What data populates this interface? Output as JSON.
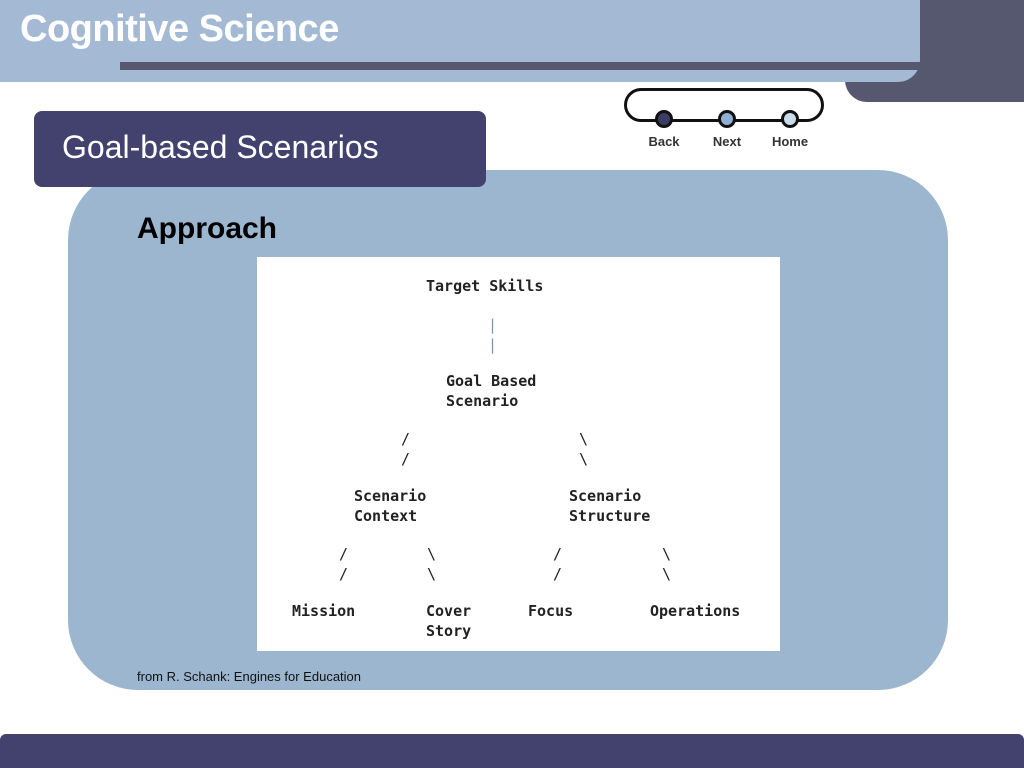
{
  "header": {
    "title": "Cognitive Science"
  },
  "nav": {
    "back_label": "Back",
    "next_label": "Next",
    "home_label": "Home",
    "back_color": "#3c3d63",
    "next_color": "#8fb0d4",
    "home_color": "#c8dcea"
  },
  "section": {
    "title": "Goal-based Scenarios"
  },
  "content": {
    "heading": "Approach",
    "source": "from R. Schank: Engines for Education"
  },
  "diagram": {
    "nodes": {
      "target_skills": "Target Skills",
      "goal_based_scenario": "Goal Based\nScenario",
      "scenario_context": "Scenario\nContext",
      "scenario_structure": "Scenario\nStructure",
      "mission": "Mission",
      "cover_story": "Cover\nStory",
      "focus": "Focus",
      "operations": "Operations"
    },
    "connectors": {
      "vertical": "|\n|",
      "forward_slash": "/\n/",
      "back_slash": "\\\n\\"
    }
  },
  "colors": {
    "header": "#a4bad4",
    "header_shadow": "#55586e",
    "section_tab": "#43426e",
    "panel": "#9cb6cf",
    "footer": "#43426e"
  }
}
